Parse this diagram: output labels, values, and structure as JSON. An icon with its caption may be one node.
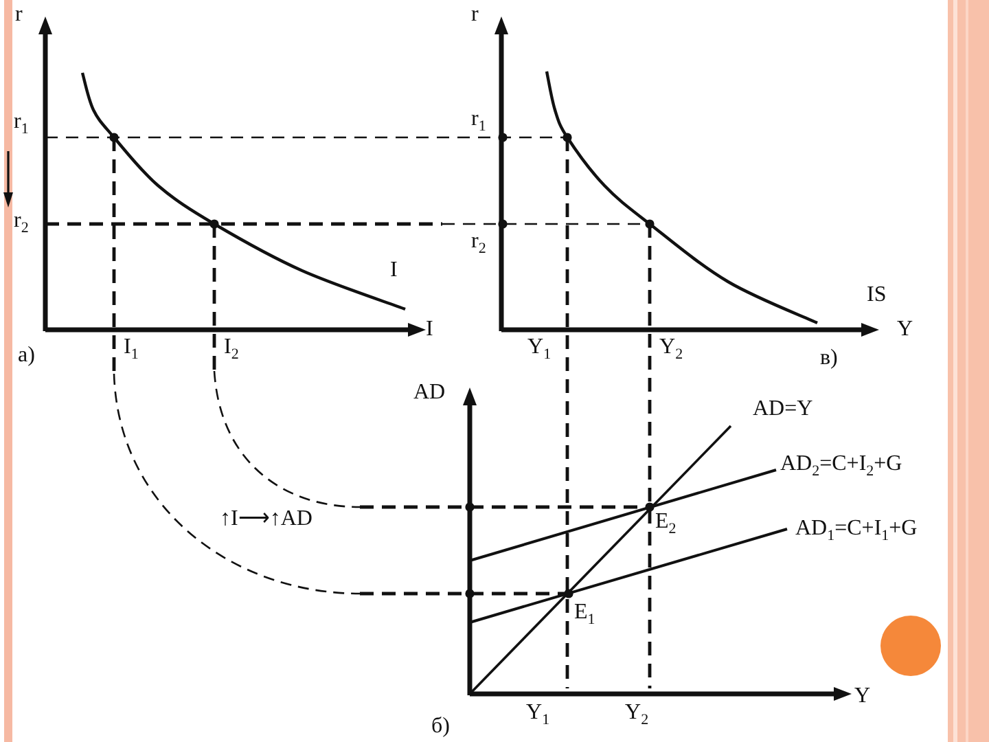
{
  "diagram": {
    "labels": [
      "r",
      "r",
      "r$_{1}$",
      "r$_{1}$",
      "r$_{2}$",
      "r$_{2}$",
      "I",
      "IS",
      "I",
      "Y",
      "а)",
      "I$_{1}$",
      "I$_{2}$",
      "Y$_{1}$",
      "Y$_{2}$",
      "в)",
      "AD",
      "AD=Y",
      "AD$_{2}$=C+I$_{2}$+G",
      "↑I⟶↑AD",
      "E$_{2}$",
      "AD$_{1}$=C+I$_{1}$+G",
      "E$_{1}$",
      "Y",
      "б)",
      "Y$_{1}$",
      "Y$_{2}$"
    ]
  }
}
